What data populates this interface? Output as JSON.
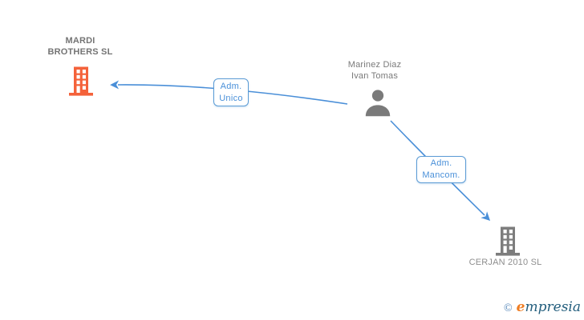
{
  "diagram": {
    "nodes": {
      "mardi": {
        "label_line1": "MARDI",
        "label_line2": "BROTHERS SL",
        "icon": "building-icon",
        "icon_color": "#f4623a"
      },
      "person": {
        "label_line1": "Marinez Diaz",
        "label_line2": "Ivan Tomas",
        "icon": "person-icon",
        "icon_color": "#7a7a7a"
      },
      "cerjan": {
        "label": "CERJAN 2010 SL",
        "icon": "building-icon",
        "icon_color": "#7d7d7d"
      }
    },
    "edges": {
      "unico": {
        "label_line1": "Adm.",
        "label_line2": "Unico"
      },
      "mancom": {
        "label_line1": "Adm.",
        "label_line2": "Mancom."
      }
    },
    "colors": {
      "edge_blue": "#4a8fd8",
      "edge_label_border": "#5b9bd5",
      "edge_label_text": "#4a90d9",
      "node_label_gray": "#7a7a7a",
      "company_highlight_orange": "#f4623a",
      "company_gray": "#7d7d7d"
    }
  },
  "watermark": {
    "copyright": "©",
    "brand_initial": "e",
    "brand_rest": "mpresia"
  }
}
